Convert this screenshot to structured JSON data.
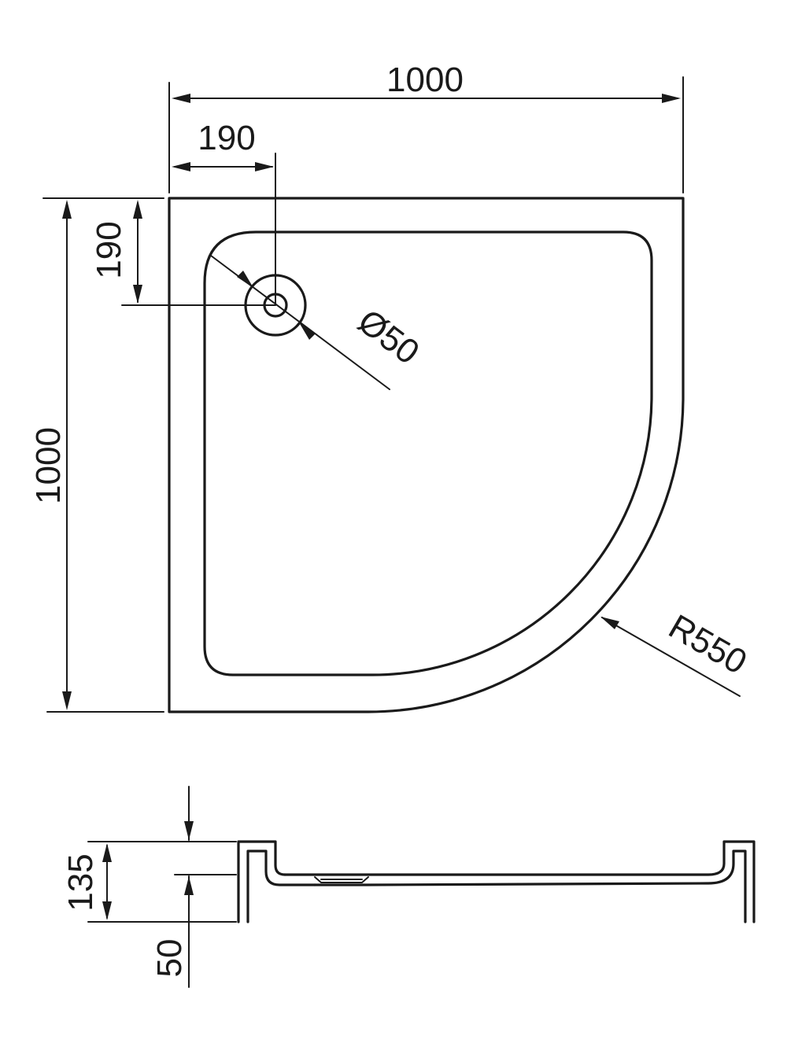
{
  "top_view": {
    "width_label": "1000",
    "height_label": "1000",
    "drain_x_label": "190",
    "drain_y_label": "190",
    "drain_diameter_label": "Ø50",
    "radius_label": "R550"
  },
  "side_view": {
    "total_height_label": "135",
    "base_height_label": "50"
  }
}
